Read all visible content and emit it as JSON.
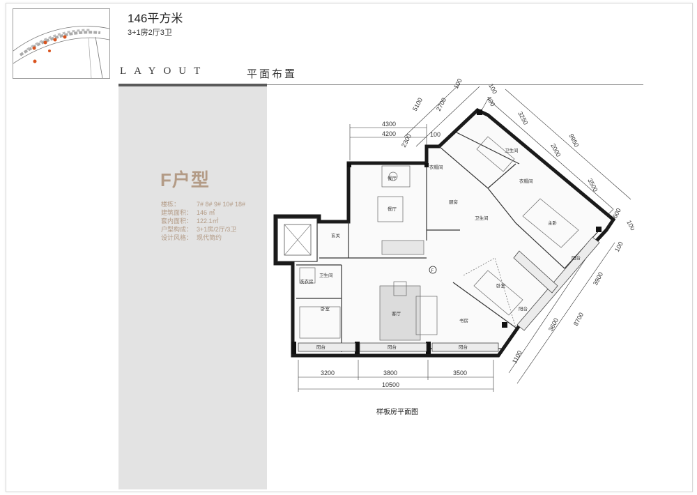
{
  "header": {
    "area_title": "146平方米",
    "configuration": "3+1房2厅3卫",
    "layout_en": "LAYOUT",
    "layout_cn": "平面布置"
  },
  "panel": {
    "type_title": "F户型",
    "accent_color": "#b39b86",
    "info": [
      {
        "label": "楼栋：",
        "value": "7# 8# 9# 10# 18#"
      },
      {
        "label": "建筑面积：",
        "value": "146 ㎡"
      },
      {
        "label": "套内面积：",
        "value": "122.1㎡"
      },
      {
        "label": "户型构成：",
        "value": "3+1房/2厅/3卫"
      },
      {
        "label": "设计风格：",
        "value": "现代简约"
      }
    ]
  },
  "plan": {
    "caption": "样板房平面图",
    "marker": "F",
    "rooms": [
      "餐厅",
      "餐厅",
      "客厅",
      "玄关",
      "卫生间",
      "洗衣房",
      "卧室",
      "书房",
      "厨房",
      "衣帽间",
      "卫生间",
      "卫生间",
      "衣帽间",
      "主卧",
      "卧室",
      "阳台",
      "阳台",
      "阳台",
      "阳台",
      "阳台"
    ],
    "dims": [
      "4300",
      "4200",
      "100",
      "3200",
      "3800",
      "3500",
      "10500",
      "2300",
      "5100",
      "2700",
      "100",
      "100",
      "400",
      "3250",
      "2000",
      "9950",
      "3500",
      "600",
      "100",
      "100",
      "3900",
      "8700",
      "3600",
      "1100"
    ]
  }
}
